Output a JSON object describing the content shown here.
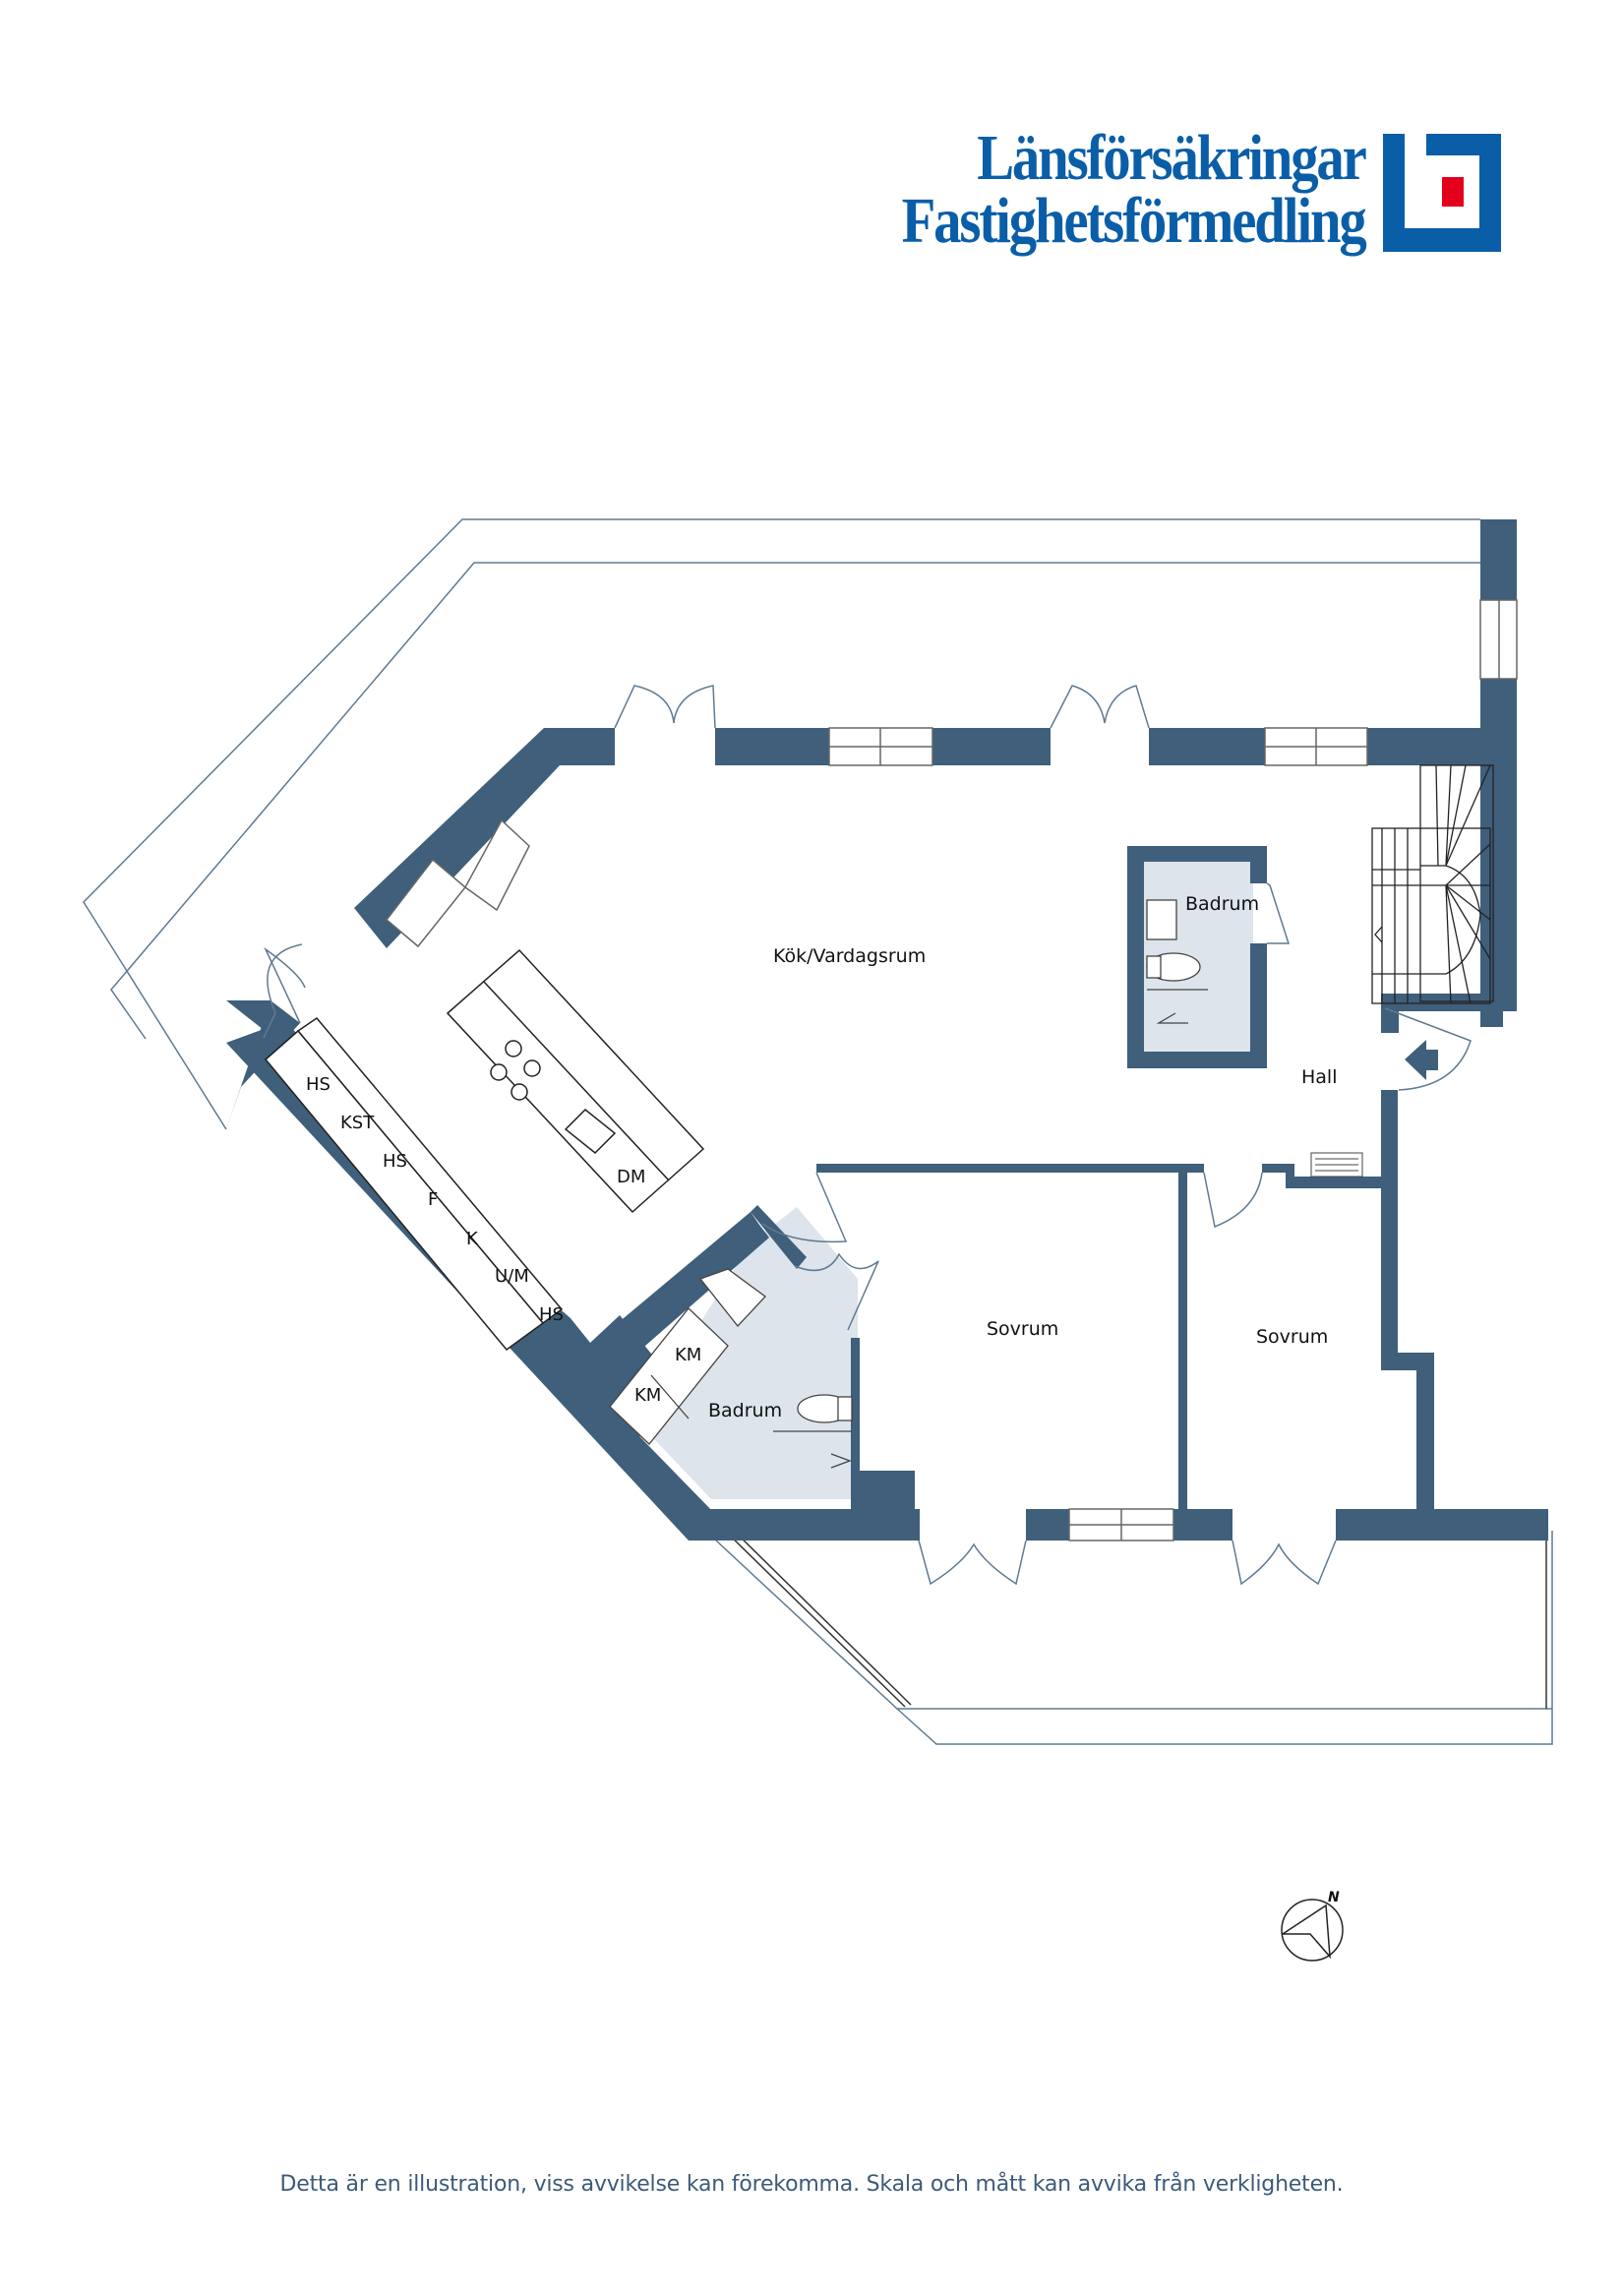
{
  "brand": {
    "line1": "Länsförsäkringar",
    "line2": "Fastighetsförmedling",
    "color_primary": "#0a5ea8",
    "color_accent": "#e2001a"
  },
  "floorplan": {
    "wall_color": "#3f5f7b",
    "wet_room_color": "#dde4eb",
    "rooms": [
      {
        "id": "kok-vardagsrum",
        "label": "Kök/Vardagsrum"
      },
      {
        "id": "badrum-1",
        "label": "Badrum"
      },
      {
        "id": "hall",
        "label": "Hall"
      },
      {
        "id": "sovrum-1",
        "label": "Sovrum"
      },
      {
        "id": "sovrum-2",
        "label": "Sovrum"
      },
      {
        "id": "badrum-2",
        "label": "Badrum"
      }
    ],
    "kitchen_units": [
      "HS",
      "KST",
      "HS",
      "F",
      "K",
      "U/M",
      "HS"
    ],
    "island_units": [
      "DM"
    ],
    "laundry_units": [
      "KM",
      "KM"
    ],
    "compass": {
      "label": "N",
      "icon": "north-arrow-icon"
    },
    "entrance_icon": "entrance-arrow-icon"
  },
  "footer": {
    "disclaimer": "Detta är en illustration, viss avvikelse kan förekomma. Skala och mått kan avvika från verkligheten."
  }
}
